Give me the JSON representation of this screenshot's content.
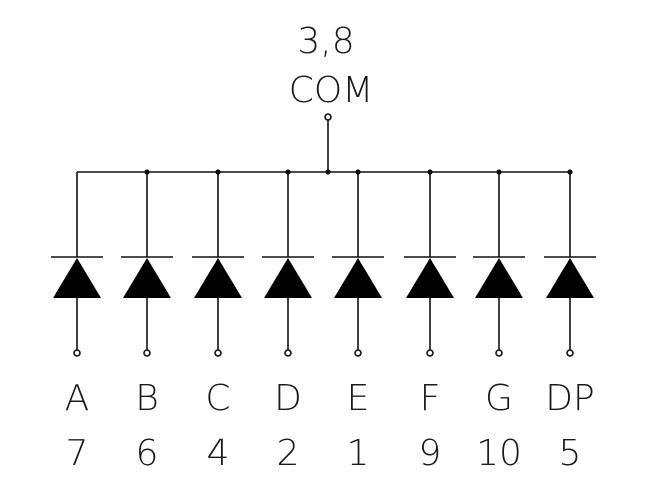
{
  "common": {
    "pins": "3,8",
    "label": "COM"
  },
  "segments": [
    {
      "name": "A",
      "pin": "7"
    },
    {
      "name": "B",
      "pin": "6"
    },
    {
      "name": "C",
      "pin": "4"
    },
    {
      "name": "D",
      "pin": "2"
    },
    {
      "name": "E",
      "pin": "1"
    },
    {
      "name": "F",
      "pin": "9"
    },
    {
      "name": "G",
      "pin": "10"
    },
    {
      "name": "DP",
      "pin": "5"
    }
  ]
}
